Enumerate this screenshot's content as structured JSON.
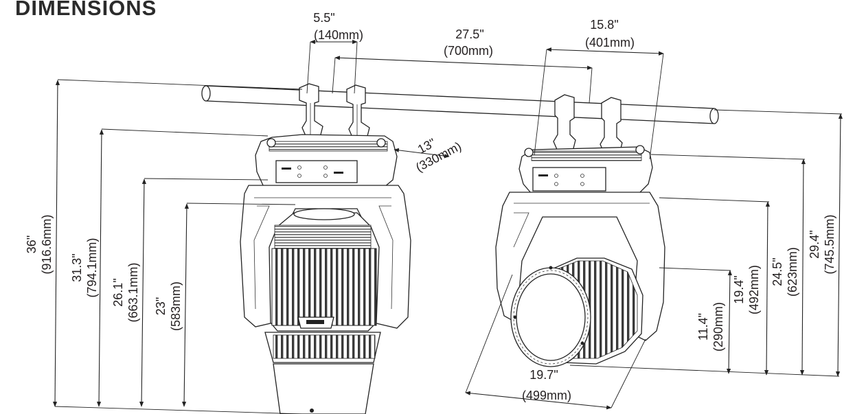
{
  "title": "DIMENSIONS",
  "dimensions": {
    "clamp_spacing": {
      "inch": "5.5\"",
      "mm": "(140mm)"
    },
    "clamp_span": {
      "inch": "27.5\"",
      "mm": "(700mm)"
    },
    "side_clamp_spacing": {
      "inch": "15.8\"",
      "mm": "(401mm)"
    },
    "base_depth": {
      "inch": "13\"",
      "mm": "(330mm)"
    },
    "overall_height": {
      "inch": "36\"",
      "mm": "(916.6mm)"
    },
    "height_to_base_top": {
      "inch": "31.3\"",
      "mm": "(794.1mm)"
    },
    "height_to_yoke": {
      "inch": "26.1\"",
      "mm": "(663.1mm)"
    },
    "height_to_head": {
      "inch": "23\"",
      "mm": "(583mm)"
    },
    "side_overall_height": {
      "inch": "29.4\"",
      "mm": "(745.5mm)"
    },
    "side_base_height": {
      "inch": "24.5\"",
      "mm": "(623mm)"
    },
    "side_yoke_height": {
      "inch": "19.4\"",
      "mm": "(492mm)"
    },
    "head_axis_height": {
      "inch": "11.4\"",
      "mm": "(290mm)"
    },
    "head_diameter": {
      "inch": "19.7\"",
      "mm": "(499mm)"
    }
  }
}
